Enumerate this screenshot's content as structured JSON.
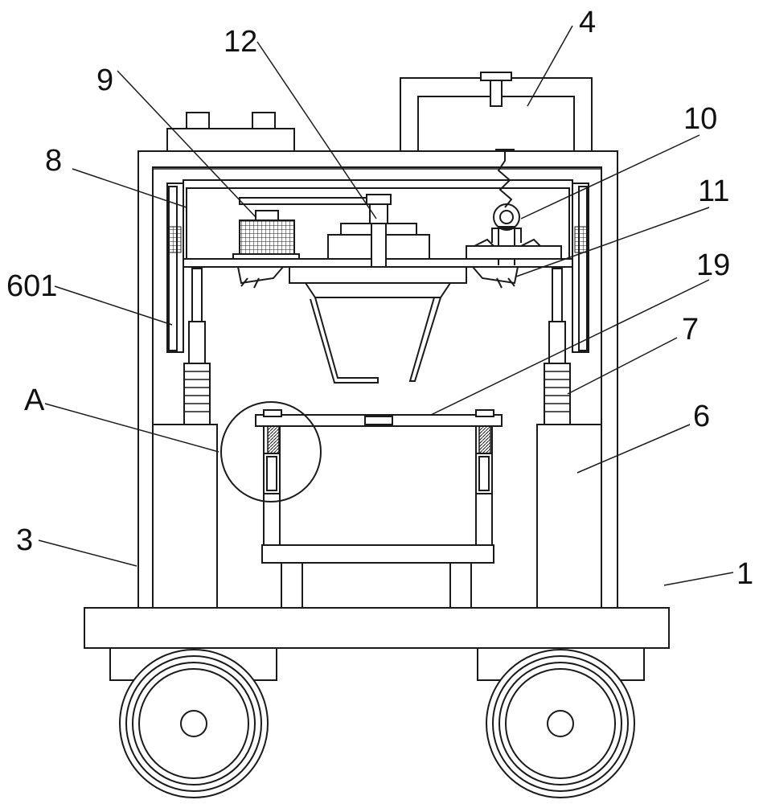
{
  "labels": {
    "l1": "1",
    "l3": "3",
    "l4": "4",
    "l6": "6",
    "l601": "601",
    "l7": "7",
    "l8": "8",
    "l9": "9",
    "l10": "10",
    "l11": "11",
    "l12": "12",
    "l19": "19",
    "lA": "A"
  }
}
